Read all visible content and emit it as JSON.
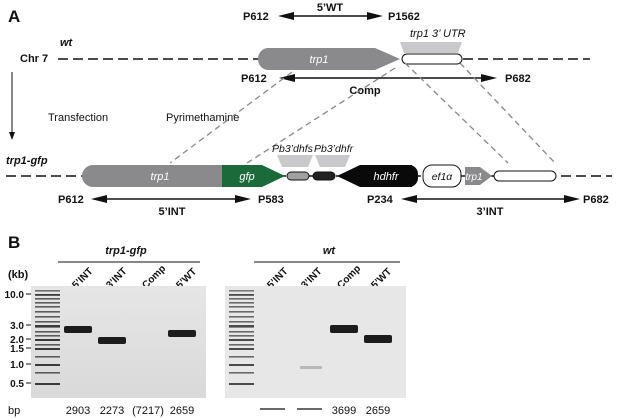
{
  "panel_a": {
    "label": "A",
    "chromosome": "Chr 7",
    "wt_label": "wt",
    "trp1gfp_label": "trp1-gfp",
    "trp1_utr_label": "trp1 3’ UTR",
    "transfection": "Transfection",
    "pyrimethamine": "Pyrimethamine",
    "genes": {
      "trp1": "trp1",
      "gfp": "gfp",
      "hdhfr": "hdhfr",
      "ef1a": "ef1α",
      "pb3dhfs": "Pb3’dhfs",
      "pb3dhfr": "Pb3’dhfr"
    },
    "primers": {
      "p612": "P612",
      "p1562": "P1562",
      "p682": "P682",
      "p583": "P583",
      "p234": "P234"
    },
    "amplicons": {
      "wt5": "5’WT",
      "comp": "Comp",
      "int5": "5’INT",
      "int3": "3’INT"
    },
    "colors": {
      "trp1": "#8a8a8d",
      "gfp": "#1b6b3a",
      "hdhfr": "#0a0a0a",
      "utr_box": "#c9c9cb"
    }
  },
  "panel_b": {
    "label": "B",
    "kb_label": "(kb)",
    "ladder_kb": [
      "10.0",
      "3.0",
      "2.0",
      "1.5",
      "1.0",
      "0.5"
    ],
    "gel_left": {
      "title": "trp1-gfp",
      "lanes": [
        "5’INT",
        "3’INT",
        "Comp",
        "5’WT"
      ],
      "bp": [
        "2903",
        "2273",
        "(7217)",
        "2659"
      ]
    },
    "gel_right": {
      "title": "wt",
      "lanes": [
        "5’INT",
        "3’INT",
        "Comp",
        "5’WT"
      ],
      "bp": [
        "",
        "",
        "3699",
        "2659"
      ]
    },
    "bp_label": "bp"
  }
}
